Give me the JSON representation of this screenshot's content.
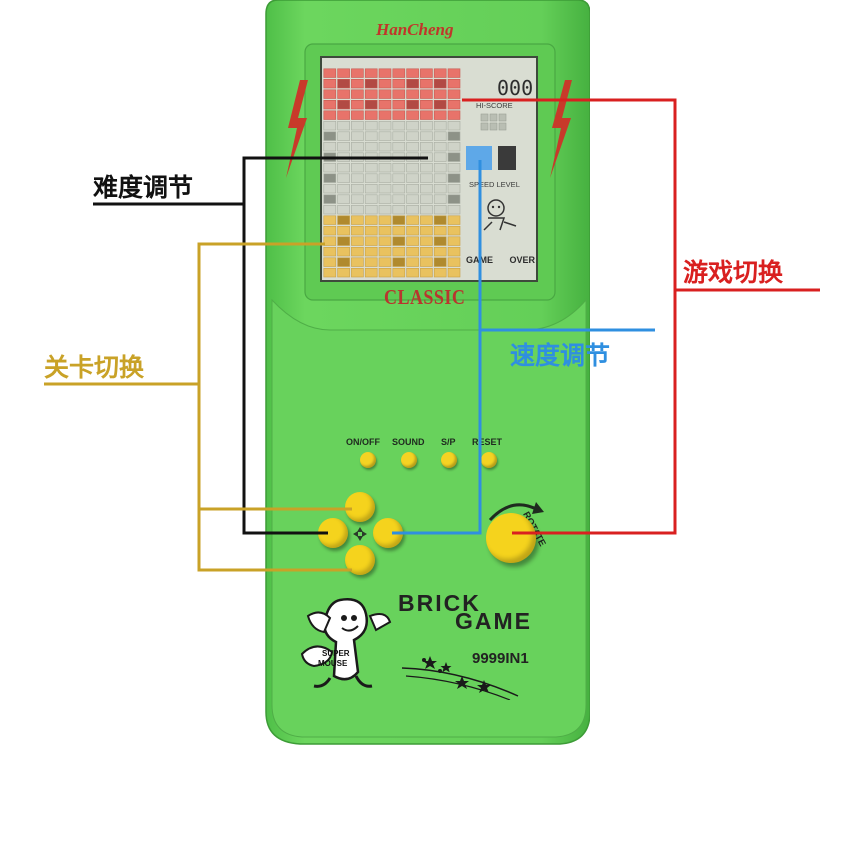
{
  "device": {
    "brand": "HanCheng",
    "score": "000",
    "hi_score_label": "HI-SCORE",
    "speed_level_label": "SPEED LEVEL",
    "game_over_label": "GAME OVER",
    "model_label": "CLASSIC",
    "buttons": [
      "ON/OFF",
      "SOUND",
      "S/P",
      "RESET"
    ],
    "rotate_label": "ROTATE",
    "title_line1": "BRICK",
    "title_line2": "GAME",
    "mascot_line1": "SUPER",
    "mascot_line2": "MOUSE",
    "model_count": "9999IN1"
  },
  "annotations": {
    "difficulty": "难度调节",
    "level_switch": "关卡切换",
    "speed": "速度调节",
    "game_switch": "游戏切换"
  },
  "colors": {
    "body_green": "#66d05a",
    "button_yellow": "#f5d31d",
    "difficulty_line": "#111111",
    "level_line": "#c9a227",
    "speed_line": "#2f8fe0",
    "game_line": "#d92020",
    "lcd_red": "#e8736a",
    "lcd_yellow": "#e9c25f"
  }
}
